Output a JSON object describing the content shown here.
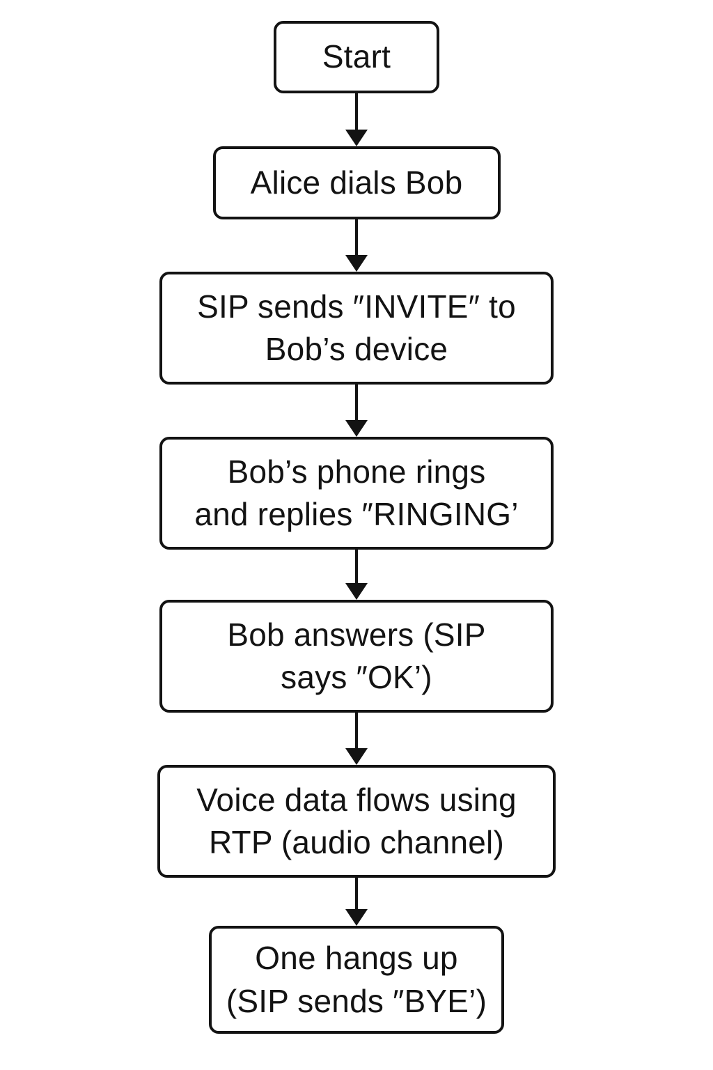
{
  "diagram": {
    "type": "flowchart",
    "direction": "top-down",
    "topic": "SIP call flow between Alice and Bob",
    "nodes": [
      {
        "id": "start",
        "label": "Start"
      },
      {
        "id": "alice-dials-bob",
        "label": "Alice dials Bob"
      },
      {
        "id": "sip-invite",
        "label": "SIP sends ″INVITE″ to\nBob’s device"
      },
      {
        "id": "phone-rings",
        "label": "Bob’s phone rings\nand replies ″RINGING’"
      },
      {
        "id": "bob-answers",
        "label": "Bob answers (SIP\nsays ″OK’)"
      },
      {
        "id": "rtp-flow",
        "label": "Voice data flows using\nRTP (audio channel)"
      },
      {
        "id": "hang-up",
        "label": "One hangs up\n(SIP sends ″BYE’)"
      }
    ],
    "edges": [
      {
        "from": "start",
        "to": "alice-dials-bob"
      },
      {
        "from": "alice-dials-bob",
        "to": "sip-invite"
      },
      {
        "from": "sip-invite",
        "to": "phone-rings"
      },
      {
        "from": "phone-rings",
        "to": "bob-answers"
      },
      {
        "from": "bob-answers",
        "to": "rtp-flow"
      },
      {
        "from": "rtp-flow",
        "to": "hang-up"
      }
    ]
  },
  "colors": {
    "background": "#ffffff",
    "node_fill": "#ffffff",
    "node_border": "#131313",
    "text": "#131313",
    "arrow": "#131313"
  }
}
